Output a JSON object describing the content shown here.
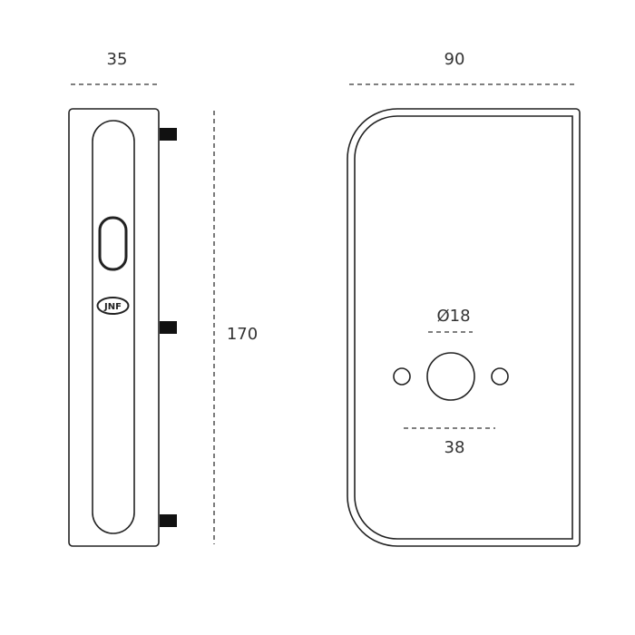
{
  "dimensions": {
    "side_width": "35",
    "front_width": "90",
    "height": "170",
    "hole_diameter": "Ø18",
    "hole_spacing": "38"
  },
  "logo_text": "JNF"
}
